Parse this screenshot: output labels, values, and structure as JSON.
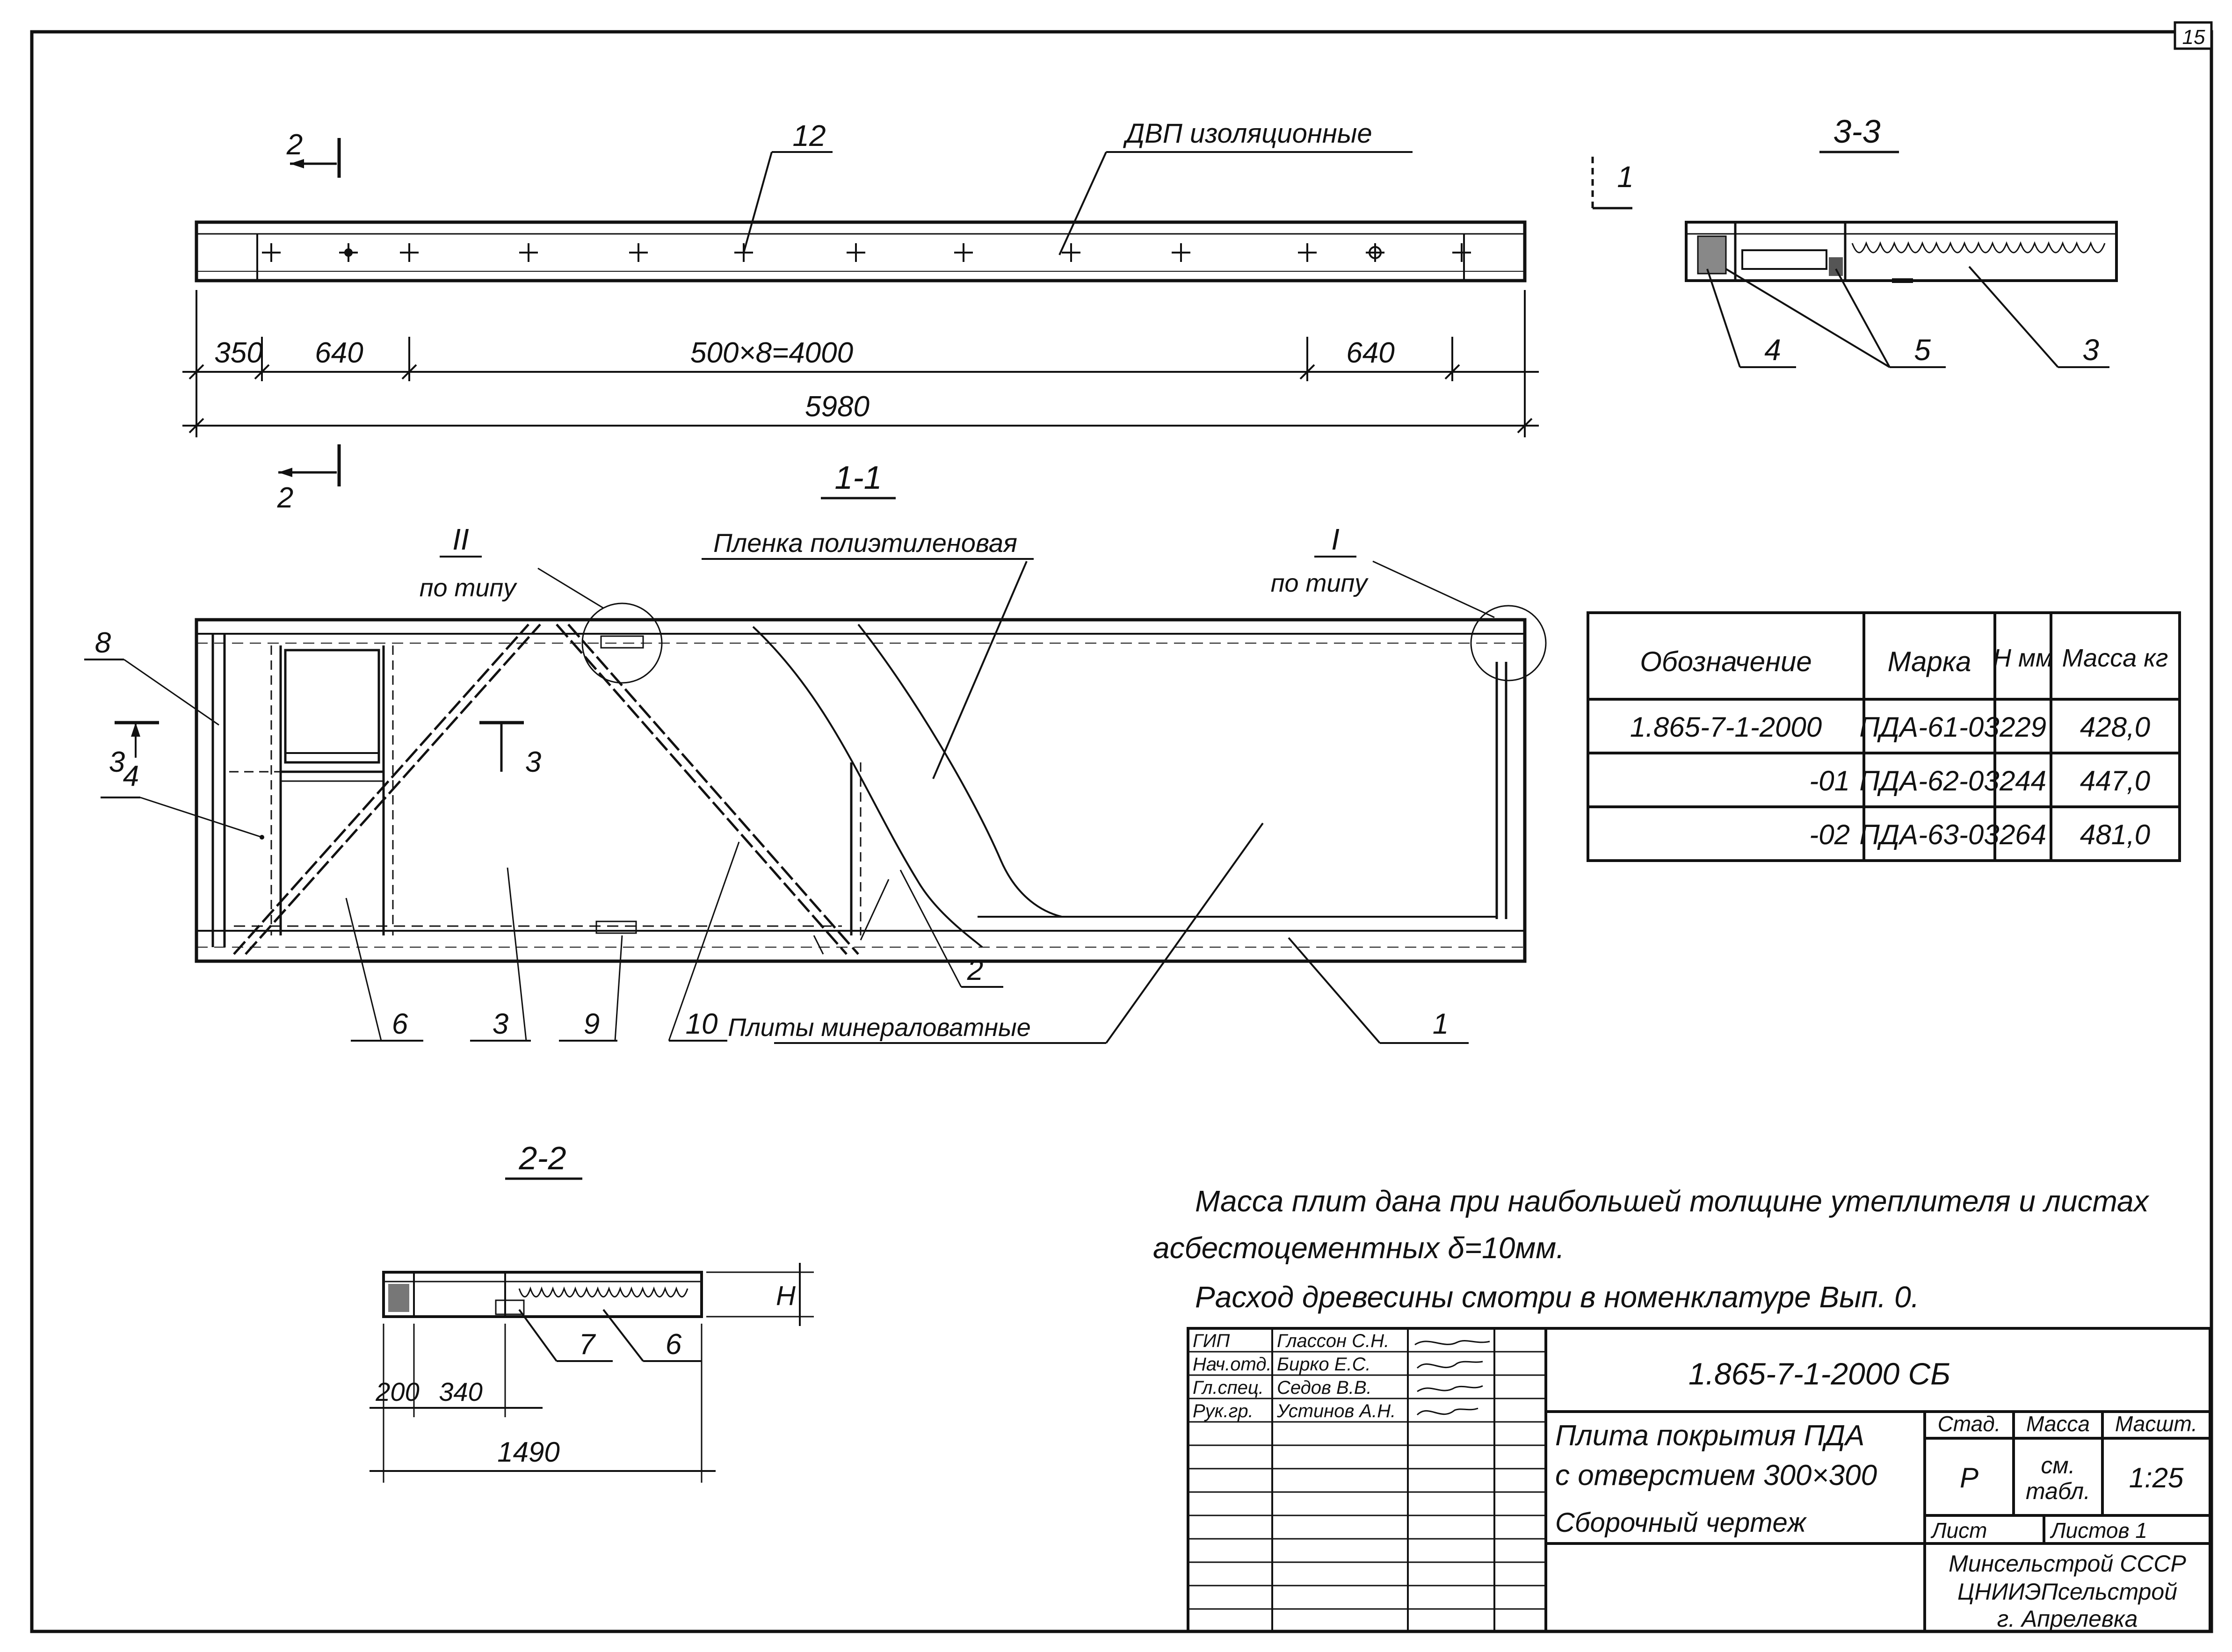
{
  "sheet_number": "15",
  "labels": {
    "dvp": "ДВП изоляционные",
    "pos12": "12",
    "film": "Пленка полиэтиленовая",
    "mineral": "Плиты минераловатные",
    "detail2": "II",
    "detail1": "I",
    "po_tipu": "по типу",
    "sec22": "2-2",
    "sec33": "3-3",
    "sec11": "1-1"
  },
  "cut_marks": {
    "c2": "2",
    "c1": "1",
    "c3": "3",
    "c3b": "3"
  },
  "dims_top": {
    "d350": "350",
    "d640a": "640",
    "d500": "500×8=4000",
    "d640b": "640",
    "d5980": "5980"
  },
  "positions_11": {
    "p8": "8",
    "p4": "4",
    "p6": "6",
    "p3": "3",
    "p9": "9",
    "p10": "10",
    "p2": "2",
    "p1": "1"
  },
  "positions_33": {
    "p4": "4",
    "p5": "5",
    "p3": "3"
  },
  "positions_22": {
    "p7": "7",
    "p6": "6"
  },
  "dims_22": {
    "d200": "200",
    "d340": "340",
    "d1490": "1490",
    "h": "H"
  },
  "spec_table": {
    "headers": [
      "Обозначение",
      "Марка",
      "H мм",
      "Масса кг"
    ],
    "rows": [
      [
        "1.865-7-1-2000",
        "ПДА-61-03",
        "229",
        "428,0"
      ],
      [
        "-01",
        "ПДА-62-03",
        "244",
        "447,0"
      ],
      [
        "-02",
        "ПДА-63-03",
        "264",
        "481,0"
      ]
    ]
  },
  "notes": {
    "line1": "Масса плит дана при наибольшей толщине утеплителя и листах",
    "line2": "асбестоцементных δ=10мм.",
    "line3": "Расход древесины смотри в номенклатуре Вып. 0."
  },
  "title_block": {
    "signers": [
      {
        "role": "ГИП",
        "name": "Глассон С.Н."
      },
      {
        "role": "Нач.отд.",
        "name": "Бирко Е.С."
      },
      {
        "role": "Гл.спец.",
        "name": "Седов В.В."
      },
      {
        "role": "Рук.гр.",
        "name": "Устинов А.Н."
      }
    ],
    "doc_code": "1.865-7-1-2000 СБ",
    "title1": "Плита покрытия ПДА",
    "title2": "с отверстием 300×300",
    "title3": "Сборочный чертеж",
    "stage_label": "Стад.",
    "stage_value": "Р",
    "mass_label": "Масса",
    "mass_value1": "см.",
    "mass_value2": "табл.",
    "scale_label": "Масшт.",
    "scale_value": "1:25",
    "sheet_label": "Лист",
    "sheets_label": "Листов 1",
    "org1": "Минсельстрой СССР",
    "org2": "ЦНИИЭПсельстрой",
    "org3": "г. Апрелевка"
  },
  "colors": {
    "ink": "#111111",
    "paper": "#ffffff"
  }
}
